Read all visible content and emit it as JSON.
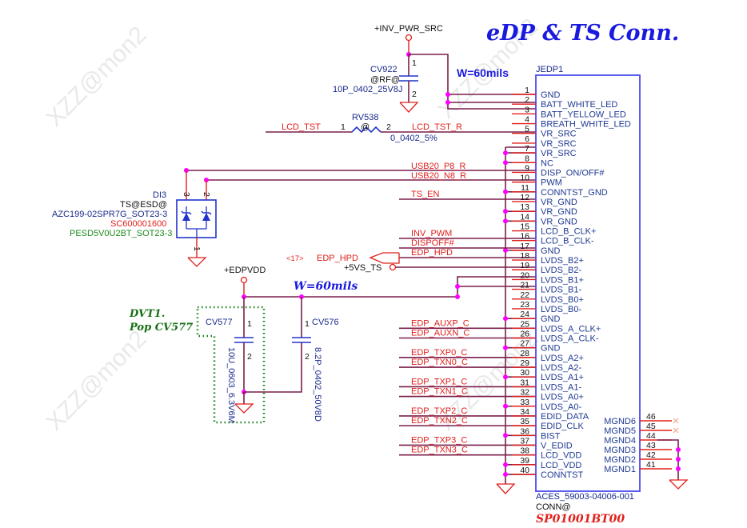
{
  "title": "eDP & TS Conn.",
  "watermark": "XZZ@mon2",
  "width_notes": {
    "top": "W=60mils",
    "mid": "W=60mils"
  },
  "power_rails": {
    "inv_pwr_src": "+INV_PWR_SRC",
    "edpvdd": "+EDPVDD",
    "vs_ts": "+5VS_TS"
  },
  "offpage": {
    "ref": "<17>",
    "net": "EDP_HPD"
  },
  "connector": {
    "refdes": "JEDP1",
    "part": "ACES_59003-04006-001",
    "bom": "CONN@",
    "part_number": "SP01001BT00",
    "left_pins": [
      {
        "num": "1",
        "name": "GND"
      },
      {
        "num": "2",
        "name": "BATT_WHITE_LED"
      },
      {
        "num": "3",
        "name": "BATT_YELLOW_LED"
      },
      {
        "num": "4",
        "name": "BREATH_WHITE_LED"
      },
      {
        "num": "5",
        "name": "VR_SRC"
      },
      {
        "num": "6",
        "name": "VR_SRC"
      },
      {
        "num": "7",
        "name": "VR_SRC"
      },
      {
        "num": "8",
        "name": "NC"
      },
      {
        "num": "9",
        "name": "DISP_ON/OFF#"
      },
      {
        "num": "10",
        "name": "PWM"
      },
      {
        "num": "11",
        "name": "CONNTST_GND"
      },
      {
        "num": "12",
        "name": "VR_GND"
      },
      {
        "num": "13",
        "name": "VR_GND"
      },
      {
        "num": "14",
        "name": "VR_GND"
      },
      {
        "num": "15",
        "name": "LCD_B_CLK+"
      },
      {
        "num": "16",
        "name": "LCD_B_CLK-"
      },
      {
        "num": "17",
        "name": "GND"
      },
      {
        "num": "18",
        "name": "LVDS_B2+"
      },
      {
        "num": "19",
        "name": "LVDS_B2-"
      },
      {
        "num": "20",
        "name": "LVDS_B1+"
      },
      {
        "num": "21",
        "name": "LVDS_B1-"
      },
      {
        "num": "22",
        "name": "LVDS_B0+"
      },
      {
        "num": "23",
        "name": "LVDS_B0-"
      },
      {
        "num": "24",
        "name": "GND"
      },
      {
        "num": "25",
        "name": "LVDS_A_CLK+"
      },
      {
        "num": "26",
        "name": "LVDS_A_CLK-"
      },
      {
        "num": "27",
        "name": "GND"
      },
      {
        "num": "28",
        "name": "LVDS_A2+"
      },
      {
        "num": "29",
        "name": "LVDS_A2-"
      },
      {
        "num": "30",
        "name": "LVDS_A1+"
      },
      {
        "num": "31",
        "name": "LVDS_A1-"
      },
      {
        "num": "32",
        "name": "LVDS_A0+"
      },
      {
        "num": "33",
        "name": "LVDS_A0-"
      },
      {
        "num": "34",
        "name": "EDID_DATA"
      },
      {
        "num": "35",
        "name": "EDID_CLK"
      },
      {
        "num": "36",
        "name": "BIST"
      },
      {
        "num": "37",
        "name": "V_EDID"
      },
      {
        "num": "38",
        "name": "LCD_VDD"
      },
      {
        "num": "39",
        "name": "LCD_VDD"
      },
      {
        "num": "40",
        "name": "CONNTST"
      }
    ],
    "right_pins": [
      {
        "num": "46",
        "name": "MGND6"
      },
      {
        "num": "45",
        "name": "MGND5"
      },
      {
        "num": "44",
        "name": "MGND4"
      },
      {
        "num": "43",
        "name": "MGND3"
      },
      {
        "num": "42",
        "name": "MGND2"
      },
      {
        "num": "41",
        "name": "MGND1"
      }
    ]
  },
  "nets": {
    "lcd_tst": "LCD_TST",
    "lcd_tst_r": "LCD_TST_R",
    "usb20_p8_r": "USB20_P8_R",
    "usb20_n8_r": "USB20_N8_R",
    "ts_en": "TS_EN",
    "inv_pwm": "INV_PWM",
    "dispoff": "DISPOFF#",
    "edp_hpd": "EDP_HPD",
    "edp_auxp_c": "EDP_AUXP_C",
    "edp_auxn_c": "EDP_AUXN_C",
    "edp_txp0_c": "EDP_TXP0_C",
    "edp_txn0_c": "EDP_TXN0_C",
    "edp_txp1_c": "EDP_TXP1_C",
    "edp_txn1_c": "EDP_TXN1_C",
    "edp_txp2_c": "EDP_TXP2_C",
    "edp_txn2_c": "EDP_TXN2_C",
    "edp_txp3_c": "EDP_TXP3_C",
    "edp_txn3_c": "EDP_TXN3_C"
  },
  "components": {
    "cv922": {
      "ref": "CV922",
      "bom": "@RF@",
      "value": "10P_0402_25V8J",
      "pin1": "1",
      "pin2": "2"
    },
    "rv538": {
      "ref": "RV538",
      "bom": "@",
      "value": "0_0402_5%",
      "pin1": "1",
      "pin2": "2"
    },
    "di3": {
      "ref": "DI3",
      "bom": "TS@ESD@",
      "part": "AZC199-02SPR7G_SOT23-3",
      "pn": "SC600001600",
      "alt": "PESD5V0U2BT_SOT23-3",
      "pin1": "1",
      "pin2": "2",
      "pin3": "3"
    },
    "cv577": {
      "ref": "CV577",
      "value": "10U_0603_6.3V6M",
      "pin1": "1",
      "pin2": "2"
    },
    "cv576": {
      "ref": "CV576",
      "value": "8.2P_0402_50V8D",
      "pin1": "1",
      "pin2": "2"
    }
  },
  "notes": {
    "dvt_line1": "DVT1.",
    "dvt_line2": "Pop CV577"
  }
}
